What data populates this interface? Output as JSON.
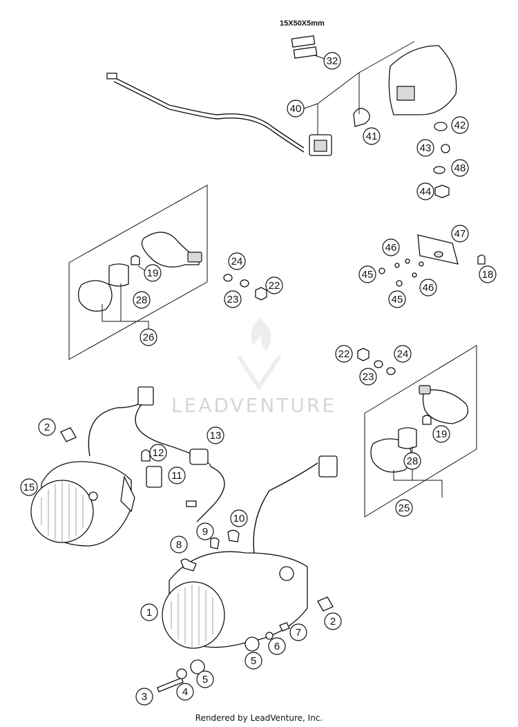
{
  "dimension_label": "15X50X5mm",
  "watermark_text": "LEADVENTURE",
  "footer_text": "Rendered by LeadVenture, Inc.",
  "callouts": [
    {
      "label": "32"
    },
    {
      "label": "40"
    },
    {
      "label": "41"
    },
    {
      "label": "42"
    },
    {
      "label": "43"
    },
    {
      "label": "48"
    },
    {
      "label": "44"
    },
    {
      "label": "47"
    },
    {
      "label": "46"
    },
    {
      "label": "45"
    },
    {
      "label": "18"
    },
    {
      "label": "45"
    },
    {
      "label": "46"
    },
    {
      "label": "24"
    },
    {
      "label": "22"
    },
    {
      "label": "23"
    },
    {
      "label": "19"
    },
    {
      "label": "28"
    },
    {
      "label": "26"
    },
    {
      "label": "22"
    },
    {
      "label": "24"
    },
    {
      "label": "23"
    },
    {
      "label": "19"
    },
    {
      "label": "28"
    },
    {
      "label": "25"
    },
    {
      "label": "2"
    },
    {
      "label": "13"
    },
    {
      "label": "12"
    },
    {
      "label": "11"
    },
    {
      "label": "15"
    },
    {
      "label": "10"
    },
    {
      "label": "9"
    },
    {
      "label": "8"
    },
    {
      "label": "1"
    },
    {
      "label": "2"
    },
    {
      "label": "7"
    },
    {
      "label": "6"
    },
    {
      "label": "5"
    },
    {
      "label": "5"
    },
    {
      "label": "4"
    },
    {
      "label": "3"
    }
  ]
}
